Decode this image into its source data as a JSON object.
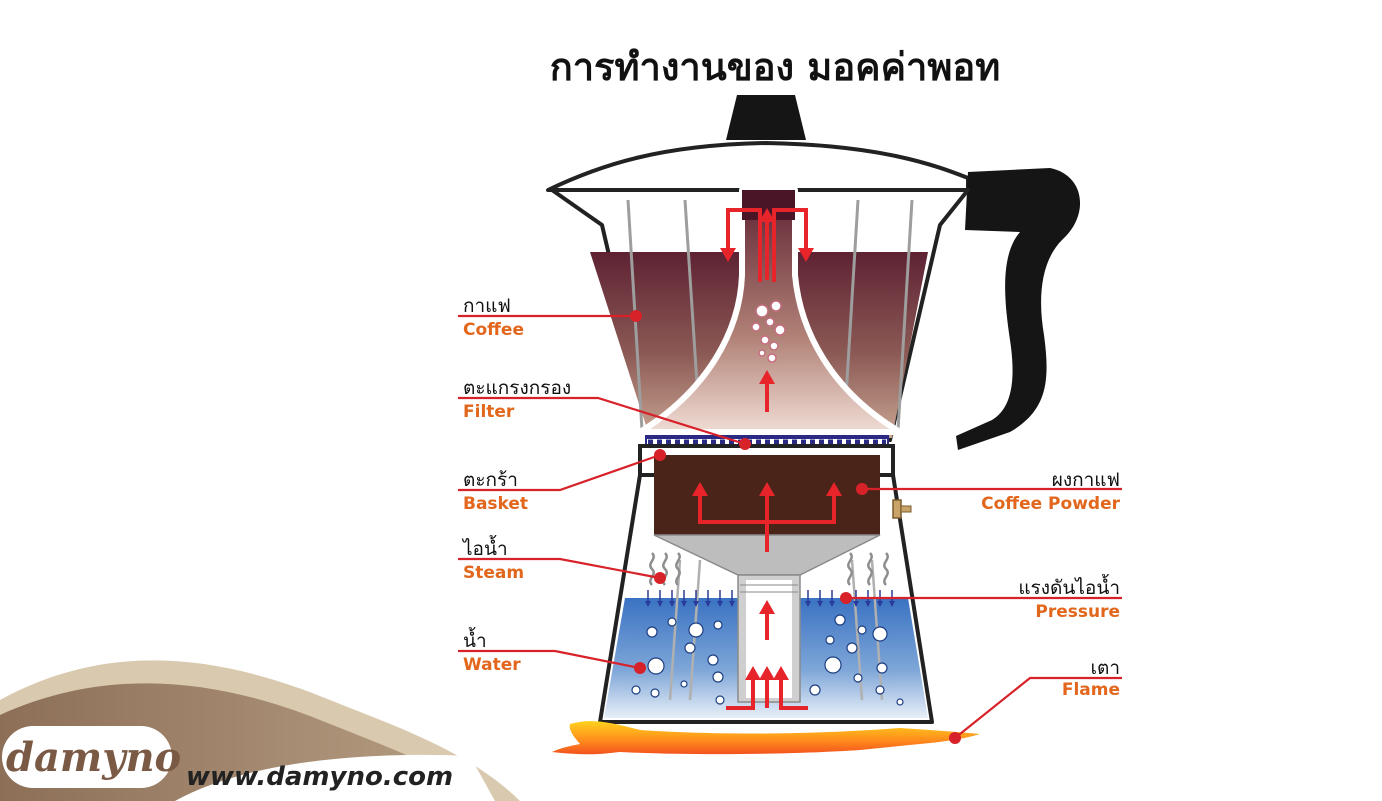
{
  "title": "การทำงานของ มอคค่าพอท",
  "labels": {
    "coffee": {
      "th": "กาแฟ",
      "en": "Coffee"
    },
    "filter": {
      "th": "ตะแกรงกรอง",
      "en": "Filter"
    },
    "basket": {
      "th": "ตะกร้า",
      "en": "Basket"
    },
    "steam": {
      "th": "ไอน้ำ",
      "en": "Steam"
    },
    "water": {
      "th": "น้ำ",
      "en": "Water"
    },
    "coffee_powder": {
      "th": "ผงกาแฟ",
      "en": "Coffee Powder"
    },
    "pressure": {
      "th": "แรงดันไอน้ำ",
      "en": "Pressure"
    },
    "flame": {
      "th": "เตา",
      "en": "Flame"
    }
  },
  "brand": {
    "name": "damyno",
    "url": "www.damyno.com"
  },
  "colors": {
    "arrow_red": "#e8242b",
    "label_orange": "#e2661b",
    "water_blue": "#3f77c5",
    "coffee_dark": "#5e2233",
    "powder_brown": "#4a2418",
    "pot_outline": "#222222",
    "brand_brown": "#7a5a45"
  }
}
